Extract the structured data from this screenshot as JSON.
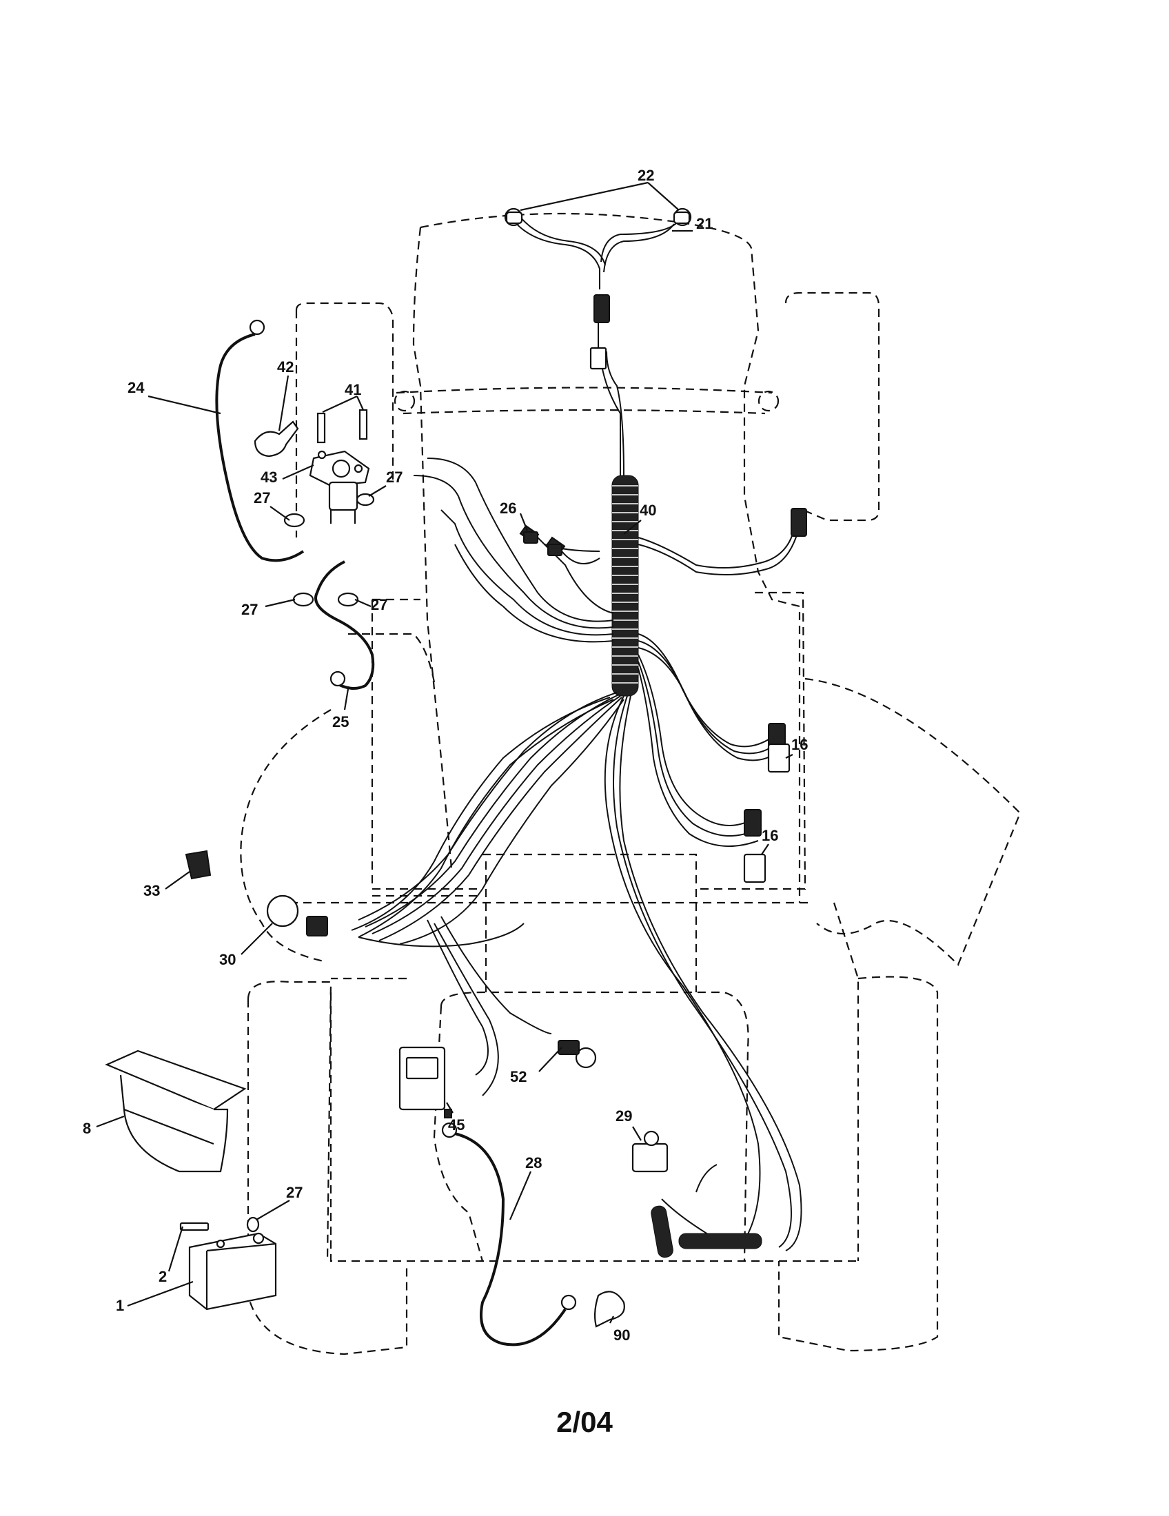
{
  "callouts": {
    "c22": "22",
    "c21": "21",
    "c42": "42",
    "c41": "41",
    "c24": "24",
    "c43": "43",
    "c27a": "27",
    "c27b": "27",
    "c27c": "27",
    "c27d": "27",
    "c27e": "27",
    "c26": "26",
    "c40": "40",
    "c25": "25",
    "c16a": "16",
    "c16b": "16",
    "c33": "33",
    "c30": "30",
    "c8": "8",
    "c52": "52",
    "c45": "45",
    "c29": "29",
    "c28": "28",
    "c2": "2",
    "c1": "1",
    "c90": "90"
  },
  "footer": {
    "code": "2/04"
  }
}
